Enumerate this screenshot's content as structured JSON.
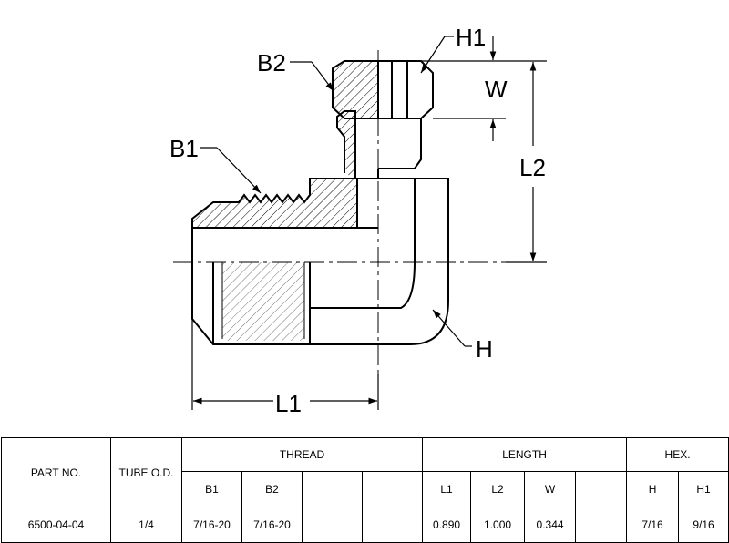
{
  "labels": {
    "b1": "B1",
    "b2": "B2",
    "h": "H",
    "h1": "H1",
    "w": "W",
    "l1": "L1",
    "l2": "L2"
  },
  "table": {
    "part_no_header": "PART NO.",
    "tube_od_header": "TUBE O.D.",
    "thread_header": "THREAD",
    "length_header": "LENGTH",
    "hex_header": "HEX.",
    "sub_headers": {
      "b1": "B1",
      "b2": "B2",
      "l1": "L1",
      "l2": "L2",
      "w": "W",
      "h": "H",
      "h1": "H1"
    },
    "row": {
      "part_no": "6500-04-04",
      "tube_od": "1/4",
      "b1": "7/16-20",
      "b2": "7/16-20",
      "l1": "0.890",
      "l2": "1.000",
      "w": "0.344",
      "h": "7/16",
      "h1": "9/16"
    }
  }
}
